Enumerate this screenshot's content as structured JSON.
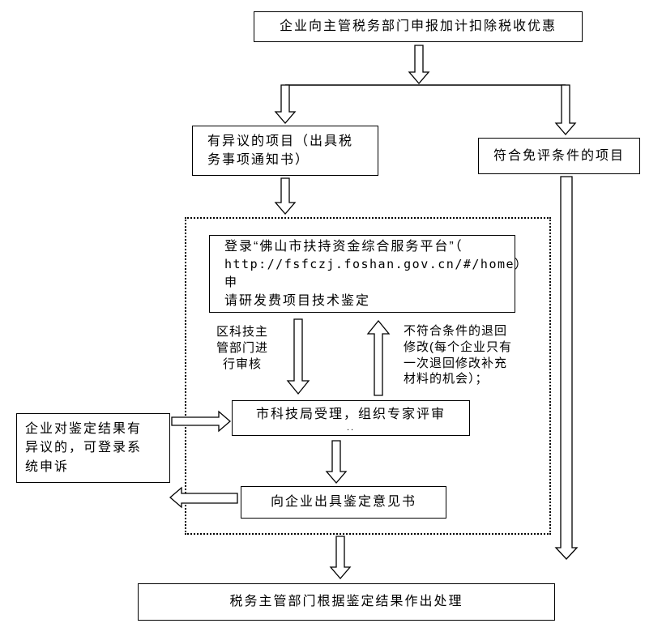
{
  "diagram": {
    "type": "flowchart",
    "nodes": {
      "declare": "企业向主管税务部门申报加计扣除税收优惠",
      "objection_line1": "有异议的项目（出具税",
      "objection_line2": "务事项通知书）",
      "exempt": "符合免评条件的项目",
      "login_line1": "登录“佛山市扶持资金综合服务平台”（",
      "login_line2": "http://fsfczj.foshan.gov.cn/#/home）申",
      "login_line3": "请研发费项目技术鉴定",
      "district_line1": "区科技主",
      "district_line2": "管部门进",
      "district_line3": "行审核",
      "return_line1": "不符合条件的退回",
      "return_line2": "修改(每个企业只有",
      "return_line3": "一次退回修改补充",
      "return_line4": "材料的机会）；",
      "expert": "市科技局受理，组织专家评审",
      "expert_dots": "..",
      "opinion": "向企业出具鉴定意见书",
      "appeal_line1": "企业对鉴定结果有",
      "appeal_line2": "异议的，可登录系",
      "appeal_line3": "统申诉",
      "result": "税务主管部门根据鉴定结果作出处理"
    }
  }
}
